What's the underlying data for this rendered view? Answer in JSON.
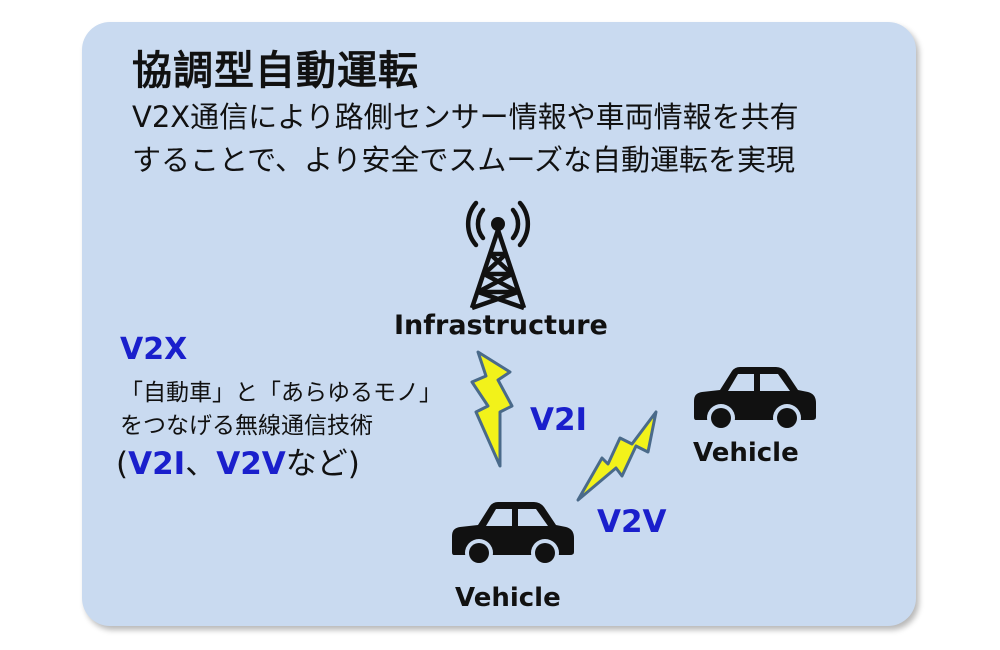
{
  "title": "協調型自動運転",
  "description": {
    "line1": "V2X通信により路側センサー情報や車両情報を共有",
    "line2": "することで、より安全でスムーズな自動運転を実現"
  },
  "diagram": {
    "infrastructure_label": "Infrastructure",
    "vehicle_right_label": "Vehicle",
    "vehicle_bottom_label": "Vehicle",
    "v2i_label": "V2I",
    "v2v_label": "V2V"
  },
  "v2x_note": {
    "title": "V2X",
    "line1": "「自動車」と「あらゆるモノ」",
    "line2": "をつなげる無線通信技術",
    "line3_open": "(",
    "line3_v2i": "V2I",
    "line3_sep": "、",
    "line3_v2v": "V2V",
    "line3_close": "など)"
  },
  "colors": {
    "panel_bg": "#c9daf0",
    "accent_blue": "#1a1fcc",
    "lightning_fill": "#f2f21a",
    "lightning_stroke": "#4a6a8a"
  },
  "icons": [
    "radio-tower-icon",
    "car-icon",
    "lightning-bolt-icon"
  ]
}
